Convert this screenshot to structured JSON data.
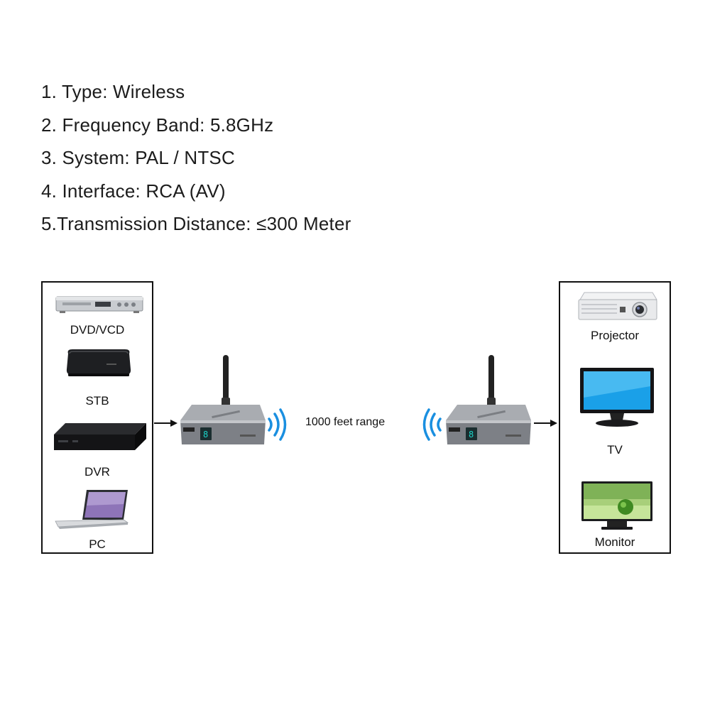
{
  "specs": [
    "1. Type: Wireless",
    "2. Frequency Band: 5.8GHz",
    "3. System: PAL / NTSC",
    "4. Interface: RCA (AV)",
    "5.Transmission Distance: ≤300 Meter"
  ],
  "sources": {
    "dvd": "DVD/VCD",
    "stb": "STB",
    "dvr": "DVR",
    "pc": "PC"
  },
  "outputs": {
    "projector": "Projector",
    "tv": "TV",
    "monitor": "Monitor"
  },
  "range_label": "1000 feet range",
  "icons": {
    "wireless": "wireless-signal-icon",
    "arrow": "arrow-right-icon"
  },
  "colors": {
    "signal_blue": "#1a8fe0",
    "unit_gray": "#8a8d93",
    "border": "#111111"
  }
}
